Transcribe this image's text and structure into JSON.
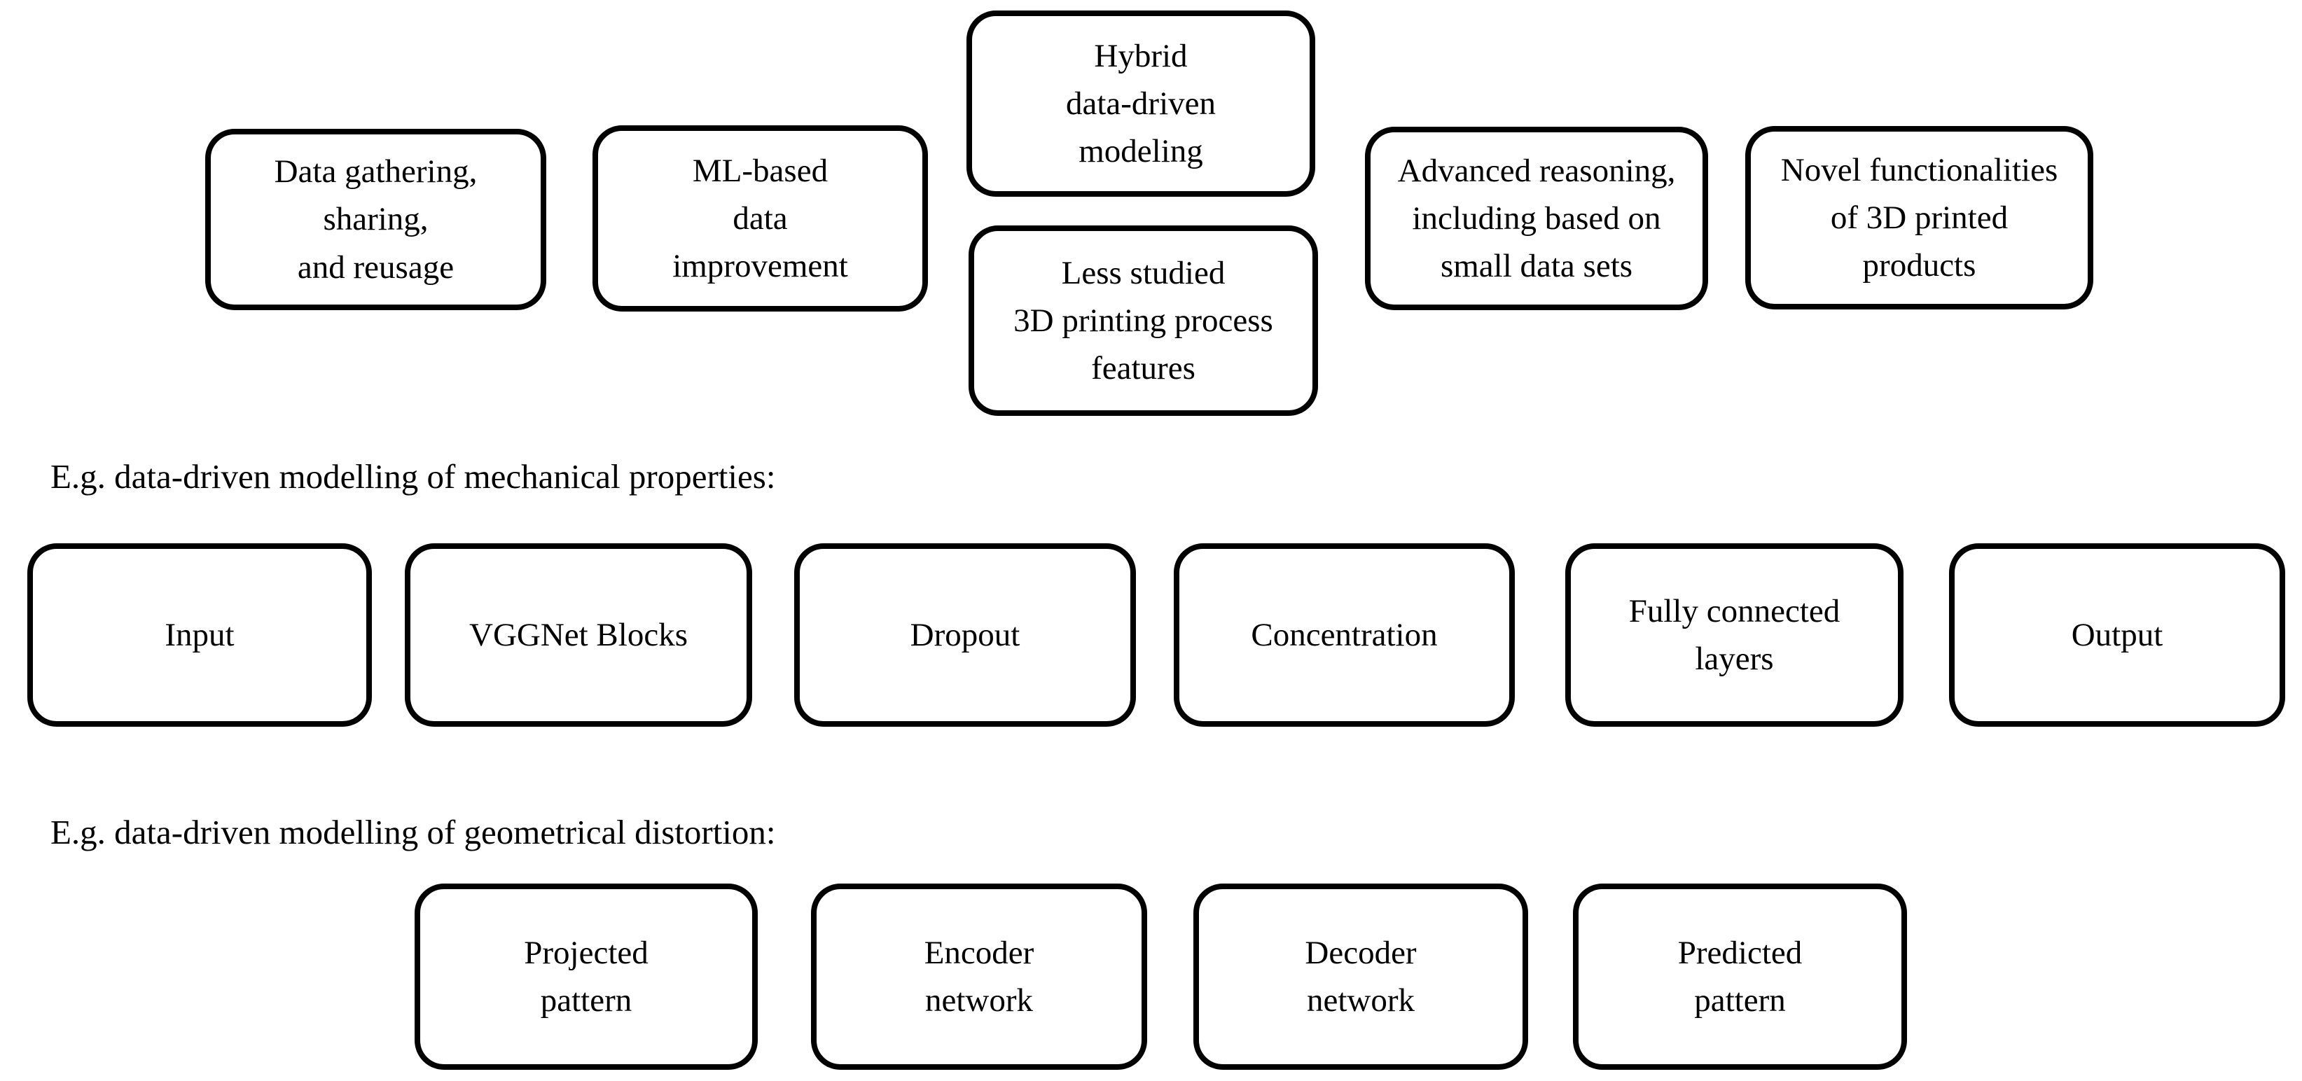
{
  "figure": {
    "background": "#ffffff",
    "box_border_color": "#000000",
    "text_color": "#000000"
  },
  "top_cluster": {
    "boxes": [
      {
        "label": "Data gathering,\nsharing,\nand reusage"
      },
      {
        "label": "ML-based\ndata\nimprovement"
      },
      {
        "label": "Hybrid\ndata-driven\nmodeling"
      },
      {
        "label": "Less studied\n3D printing process\nfeatures"
      },
      {
        "label": "Advanced reasoning,\nincluding based on\nsmall data sets"
      },
      {
        "label": "Novel functionalities\nof 3D printed\nproducts"
      }
    ]
  },
  "mechanical_example": {
    "caption": "E.g. data-driven modelling of mechanical properties:",
    "boxes": [
      {
        "label": "Input"
      },
      {
        "label": "VGGNet Blocks"
      },
      {
        "label": "Dropout"
      },
      {
        "label": "Concentration"
      },
      {
        "label": "Fully connected\nlayers"
      },
      {
        "label": "Output"
      }
    ]
  },
  "distortion_example": {
    "caption": "E.g. data-driven modelling of geometrical distortion:",
    "boxes": [
      {
        "label": "Projected\npattern"
      },
      {
        "label": "Encoder\nnetwork"
      },
      {
        "label": "Decoder\nnetwork"
      },
      {
        "label": "Predicted\npattern"
      }
    ]
  }
}
